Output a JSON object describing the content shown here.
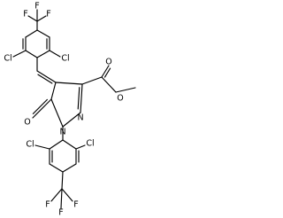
{
  "structure": {
    "atom_labels": {
      "cf3_top": {
        "f_top": "F",
        "f_left": "F",
        "f_right": "F"
      },
      "cl_upper_left": "Cl",
      "cl_upper_right": "Cl",
      "ester_carbonyl_o": "O",
      "ester_ether_o": "O",
      "ring_n1": "N",
      "ring_n2": "N",
      "ring_carbonyl_o": "O",
      "cl_lower_left": "Cl",
      "cl_lower_right": "Cl",
      "cf3_bottom": {
        "f_left": "F",
        "f_right": "F",
        "f_bottom": "F"
      }
    },
    "colors": {
      "ink": "#000000",
      "background": "#ffffff"
    }
  }
}
